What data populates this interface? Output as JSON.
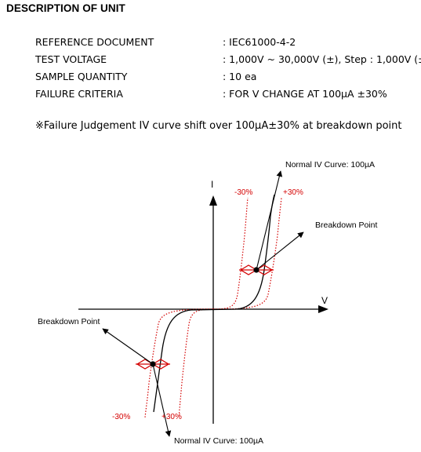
{
  "heading": "DESCRIPTION OF UNIT",
  "spec_rows": [
    {
      "label": "REFERENCE DOCUMENT",
      "value": ": IEC61000-4-2"
    },
    {
      "label": "TEST VOLTAGE",
      "value": ": 1,000V ~ 30,000V (±), Step : 1,000V (±)"
    },
    {
      "label": "SAMPLE QUANTITY",
      "value": ": 10 ea"
    },
    {
      "label": "FAILURE CRITERIA",
      "value": ": FOR V CHANGE AT 100µA ±30%"
    }
  ],
  "note": "※Failure Judgement IV curve shift over 100µA±30% at breakdown point",
  "diagram": {
    "axis_i": "I",
    "axis_v": "V",
    "top_curve_label": "Normal IV Curve: 100µA",
    "bottom_curve_label": "Normal IV Curve: 100µA",
    "breakdown_right": "Breakdown Point",
    "breakdown_left": "Breakdown Point",
    "top_minus": "-30%",
    "top_plus": "+30%",
    "bottom_minus": "-30%",
    "bottom_plus": "+30%"
  },
  "colors": {
    "curve": "#000000",
    "tolerance": "#d40000",
    "marker": "#d40000"
  }
}
